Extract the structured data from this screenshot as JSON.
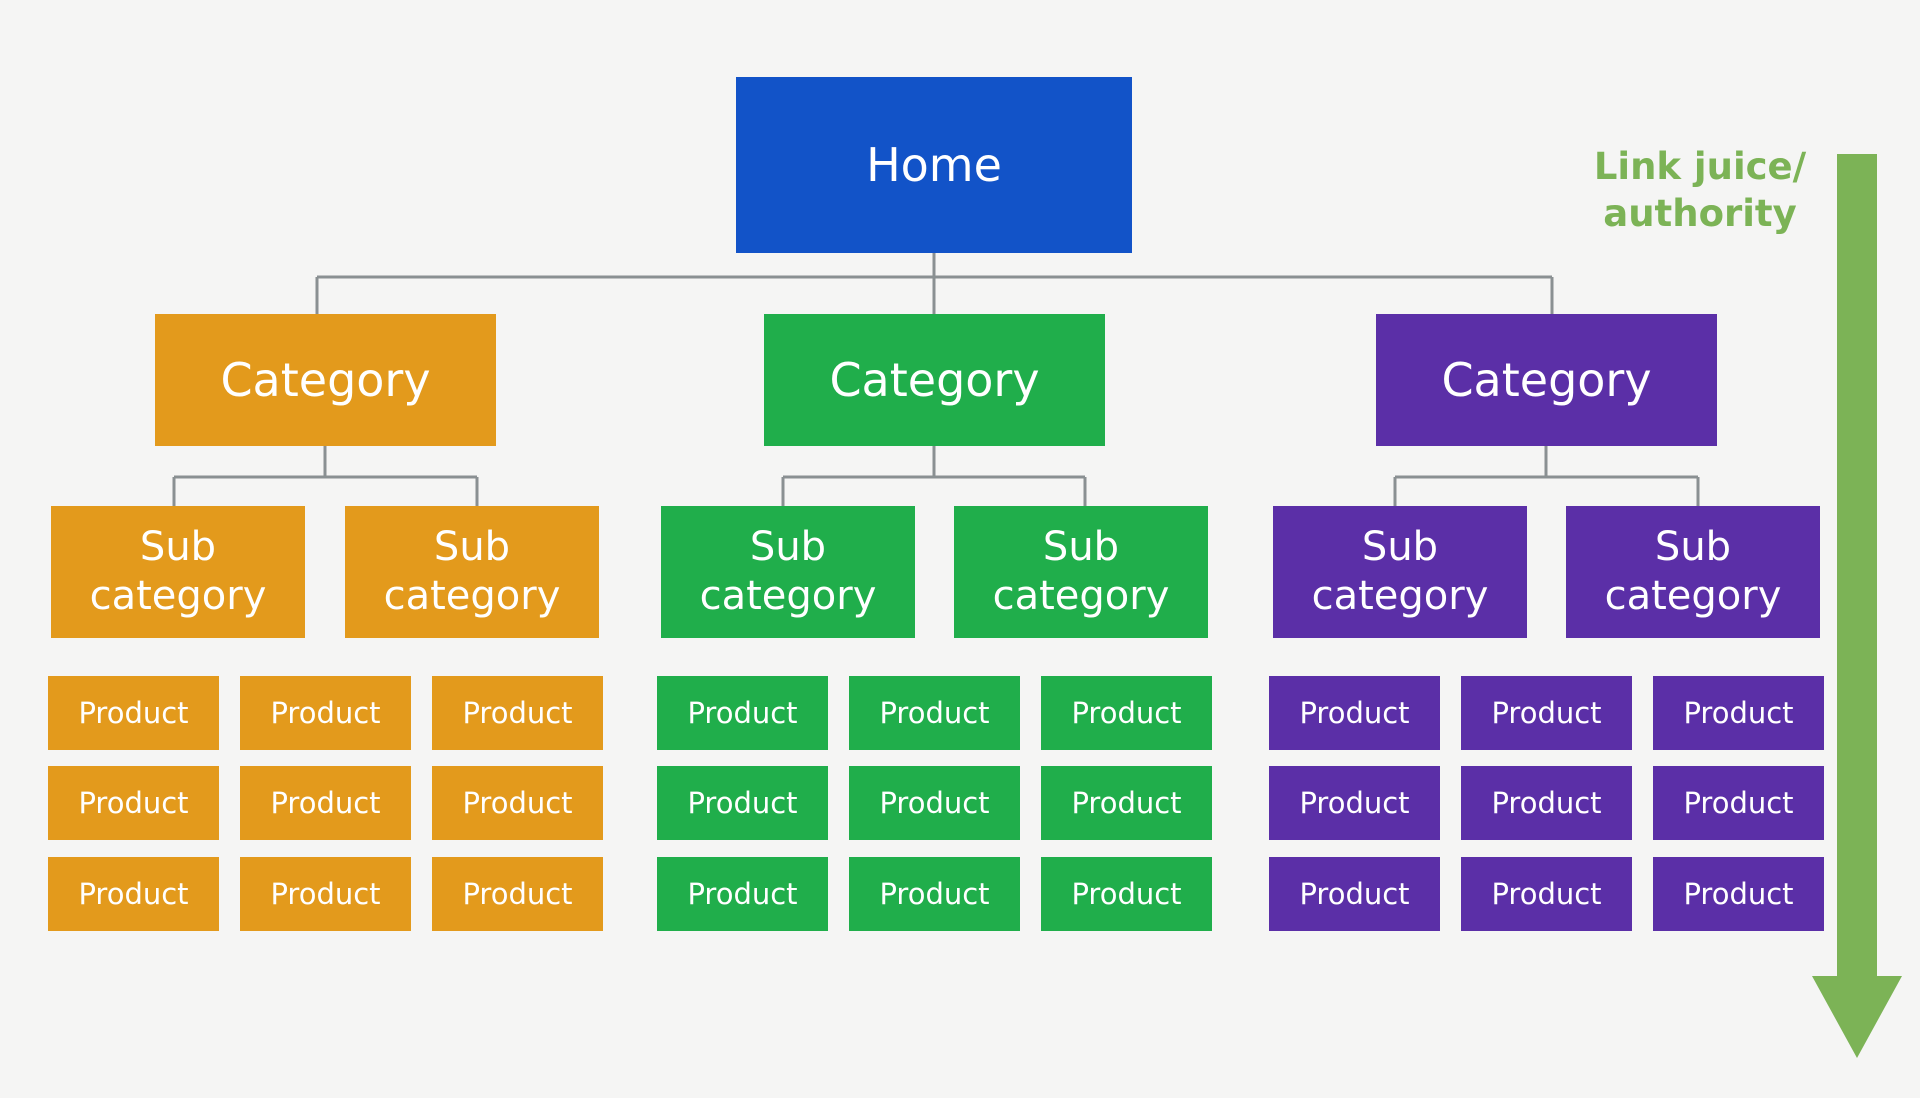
{
  "diagram": {
    "home": {
      "label": "Home"
    },
    "branches": [
      {
        "color": "#e39a1c",
        "category": "Category",
        "subcategories": [
          "Sub\ncategory",
          "Sub\ncategory"
        ],
        "products": [
          "Product",
          "Product",
          "Product",
          "Product",
          "Product",
          "Product",
          "Product",
          "Product",
          "Product"
        ]
      },
      {
        "color": "#20ae4b",
        "category": "Category",
        "subcategories": [
          "Sub\ncategory",
          "Sub\ncategory"
        ],
        "products": [
          "Product",
          "Product",
          "Product",
          "Product",
          "Product",
          "Product",
          "Product",
          "Product",
          "Product"
        ]
      },
      {
        "color": "#5b2fa7",
        "category": "Category",
        "subcategories": [
          "Sub\ncategory",
          "Sub\ncategory"
        ],
        "products": [
          "Product",
          "Product",
          "Product",
          "Product",
          "Product",
          "Product",
          "Product",
          "Product",
          "Product"
        ]
      }
    ],
    "flow_label": "Link juice/\nauthority"
  },
  "colors": {
    "home": "#1253c8",
    "connector": "#8a9092",
    "arrow": "#7cb356",
    "background": "#f5f5f4"
  }
}
